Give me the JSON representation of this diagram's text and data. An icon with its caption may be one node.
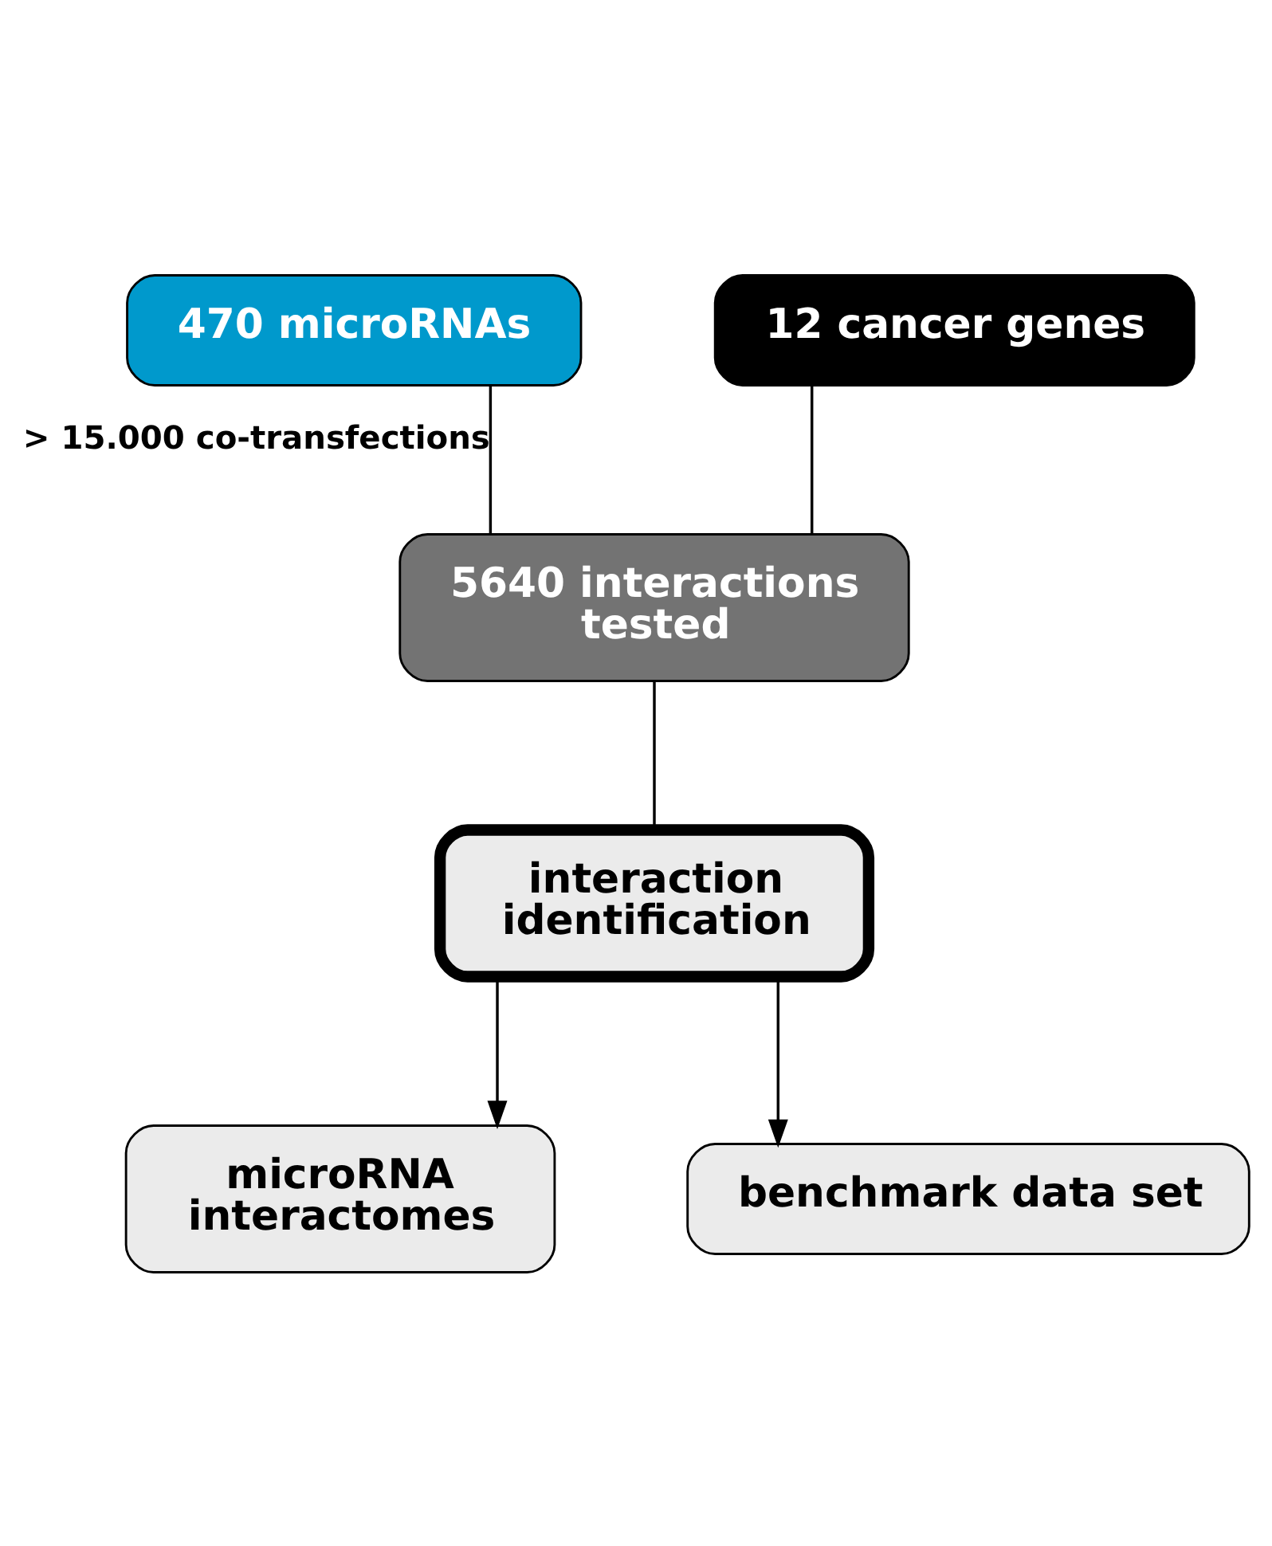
{
  "diagram": {
    "nodes": [
      {
        "text": [
          "470 microRNAs"
        ]
      },
      {
        "text": [
          "12 cancer genes"
        ]
      },
      {
        "text": [
          "5640 interactions tested"
        ]
      },
      {
        "text": [
          "interaction identification"
        ]
      },
      {
        "text": [
          "microRNA interactomes"
        ]
      },
      {
        "text": [
          "benchmark data set"
        ]
      }
    ],
    "edges": [
      {
        "from": 0,
        "to": 2,
        "arrow": "none",
        "label": "> 15.000 co-transfections"
      },
      {
        "from": 1,
        "to": 2,
        "arrow": "none"
      },
      {
        "from": 2,
        "to": 3,
        "arrow": "none"
      },
      {
        "from": 3,
        "to": 4,
        "arrow": "to"
      },
      {
        "from": 3,
        "to": 5,
        "arrow": "to"
      }
    ]
  }
}
